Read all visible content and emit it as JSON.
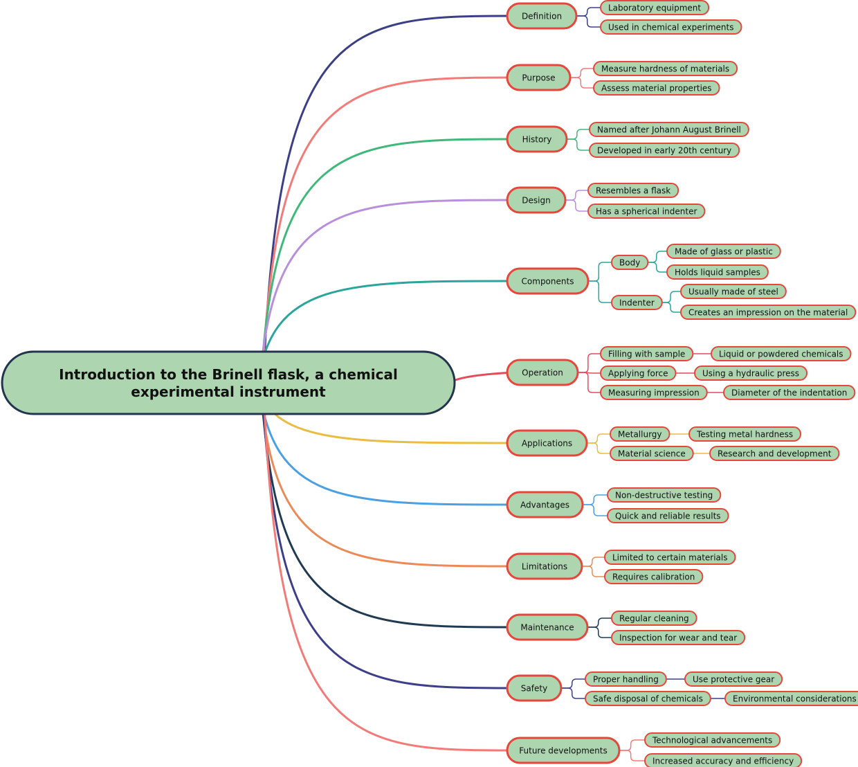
{
  "root": {
    "title_lines": [
      "Introduction to the Brinell flask, a chemical",
      "experimental instrument"
    ]
  },
  "colors": {
    "node_fill": "#acd5b0",
    "node_border": "#e8463a",
    "root_border": "#22354d",
    "branch_colors": [
      "#3c3f85",
      "#f47a78",
      "#3fb87a",
      "#b98fdc",
      "#2aa59b",
      "#e44c5c",
      "#e8bd42",
      "#4aa0e3",
      "#ec8a57",
      "#203a52",
      "#3d3f8a",
      "#f47a78"
    ]
  },
  "branches": [
    {
      "label": "Definition",
      "children": [
        {
          "label": "Laboratory equipment"
        },
        {
          "label": "Used in chemical experiments"
        }
      ]
    },
    {
      "label": "Purpose",
      "children": [
        {
          "label": "Measure hardness of materials"
        },
        {
          "label": "Assess material properties"
        }
      ]
    },
    {
      "label": "History",
      "children": [
        {
          "label": "Named after Johann August Brinell"
        },
        {
          "label": "Developed in early 20th century"
        }
      ]
    },
    {
      "label": "Design",
      "children": [
        {
          "label": "Resembles a flask"
        },
        {
          "label": "Has a spherical indenter"
        }
      ]
    },
    {
      "label": "Components",
      "children": [
        {
          "label": "Body",
          "children": [
            {
              "label": "Made of glass or plastic"
            },
            {
              "label": "Holds liquid samples"
            }
          ]
        },
        {
          "label": "Indenter",
          "children": [
            {
              "label": "Usually made of steel"
            },
            {
              "label": "Creates an impression on the material"
            }
          ]
        }
      ]
    },
    {
      "label": "Operation",
      "children": [
        {
          "label": "Filling with sample",
          "children": [
            {
              "label": "Liquid or powdered chemicals"
            }
          ]
        },
        {
          "label": "Applying force",
          "children": [
            {
              "label": "Using a hydraulic press"
            }
          ]
        },
        {
          "label": "Measuring impression",
          "children": [
            {
              "label": "Diameter of the indentation"
            }
          ]
        }
      ]
    },
    {
      "label": "Applications",
      "children": [
        {
          "label": "Metallurgy",
          "children": [
            {
              "label": "Testing metal hardness"
            }
          ]
        },
        {
          "label": "Material science",
          "children": [
            {
              "label": "Research and development"
            }
          ]
        }
      ]
    },
    {
      "label": "Advantages",
      "children": [
        {
          "label": "Non-destructive testing"
        },
        {
          "label": "Quick and reliable results"
        }
      ]
    },
    {
      "label": "Limitations",
      "children": [
        {
          "label": "Limited to certain materials"
        },
        {
          "label": "Requires calibration"
        }
      ]
    },
    {
      "label": "Maintenance",
      "children": [
        {
          "label": "Regular cleaning"
        },
        {
          "label": "Inspection for wear and tear"
        }
      ]
    },
    {
      "label": "Safety",
      "children": [
        {
          "label": "Proper handling",
          "children": [
            {
              "label": "Use protective gear"
            }
          ]
        },
        {
          "label": "Safe disposal of chemicals",
          "children": [
            {
              "label": "Environmental considerations"
            }
          ]
        }
      ]
    },
    {
      "label": "Future developments",
      "children": [
        {
          "label": "Technological advancements"
        },
        {
          "label": "Increased accuracy and efficiency"
        }
      ]
    }
  ]
}
